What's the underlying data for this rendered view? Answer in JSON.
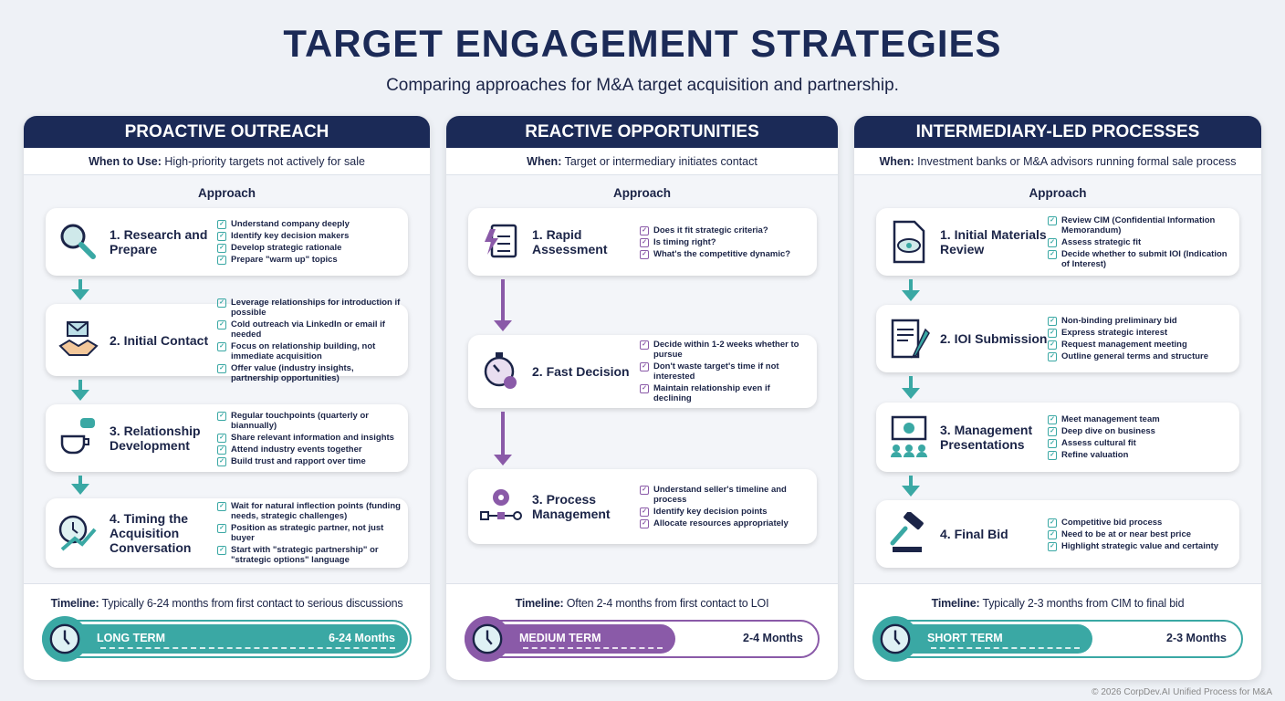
{
  "header": {
    "title": "TARGET ENGAGEMENT STRATEGIES",
    "subtitle": "Comparing approaches for M&A target acquisition and partnership."
  },
  "colors": {
    "navy": "#1b2a57",
    "teal": "#3aa8a4",
    "purple": "#8a5aa8"
  },
  "columns": [
    {
      "title": "PROACTIVE OUTREACH",
      "when_label": "When to Use:",
      "when_text": " High-priority targets not actively for sale",
      "approach": "Approach",
      "steps": [
        {
          "title": "1. Research and Prepare",
          "icon": "magnifier-icon",
          "items": [
            "Understand company deeply",
            "Identify key decision makers",
            "Develop strategic rationale",
            "Prepare \"warm up\" topics"
          ]
        },
        {
          "title": "2. Initial Contact",
          "icon": "handshake-envelope-icon",
          "items": [
            "Leverage relationships for introduction if possible",
            "Cold outreach via LinkedIn or email if needed",
            "Focus on relationship building, not immediate acquisition",
            "Offer value (industry insights, partnership opportunities)"
          ]
        },
        {
          "title": "3. Relationship Development",
          "icon": "coffee-chat-icon",
          "items": [
            "Regular touchpoints (quarterly or biannually)",
            "Share relevant information and insights",
            "Attend industry events together",
            "Build trust and rapport over time"
          ]
        },
        {
          "title": "4. Timing the Acquisition Conversation",
          "icon": "clock-growth-icon",
          "items": [
            "Wait for natural inflection points (funding needs, strategic challenges)",
            "Position as strategic partner, not just buyer",
            "Start with \"strategic partnership\" or \"strategic options\" language"
          ]
        }
      ],
      "timeline_label": "Timeline:",
      "timeline_text": " Typically 6-24 months from first contact to serious discussions",
      "term": "LONG TERM",
      "duration": "6-24 Months",
      "fill_pct": 100
    },
    {
      "title": "REACTIVE OPPORTUNITIES",
      "when_label": "When:",
      "when_text": " Target or intermediary initiates contact",
      "approach": "Approach",
      "steps": [
        {
          "title": "1. Rapid Assessment",
          "icon": "clipboard-lightning-icon",
          "items": [
            "Does it fit strategic criteria?",
            "Is timing right?",
            "What's the competitive dynamic?"
          ]
        },
        {
          "title": "2. Fast Decision",
          "icon": "stopwatch-icon",
          "items": [
            "Decide within 1-2 weeks whether to pursue",
            "Don't waste target's time if not interested",
            "Maintain relationship even if declining"
          ]
        },
        {
          "title": "3. Process Management",
          "icon": "gear-flow-icon",
          "items": [
            "Understand seller's timeline and process",
            "Identify key decision points",
            "Allocate resources appropriately"
          ]
        }
      ],
      "timeline_label": "Timeline:",
      "timeline_text": " Often 2-4 months from first contact to LOI",
      "term": "MEDIUM TERM",
      "duration": "2-4 Months",
      "fill_pct": 60
    },
    {
      "title": "INTERMEDIARY-LED PROCESSES",
      "when_label": "When:",
      "when_text": " Investment banks or M&A advisors running formal sale process",
      "approach": "Approach",
      "steps": [
        {
          "title": "1. Initial Materials Review",
          "icon": "document-eye-icon",
          "items": [
            "Review CIM (Confidential Information Memorandum)",
            "Assess strategic fit",
            "Decide whether to submit IOI (Indication of Interest)"
          ]
        },
        {
          "title": "2. IOI Submission",
          "icon": "document-pen-icon",
          "items": [
            "Non-binding preliminary bid",
            "Express strategic interest",
            "Request management meeting",
            "Outline general terms and structure"
          ]
        },
        {
          "title": "3. Management Presentations",
          "icon": "presentation-icon",
          "items": [
            "Meet management team",
            "Deep dive on business",
            "Assess cultural fit",
            "Refine valuation"
          ]
        },
        {
          "title": "4. Final Bid",
          "icon": "gavel-icon",
          "items": [
            "Competitive bid process",
            "Need to be at or near best price",
            "Highlight strategic value and certainty"
          ]
        }
      ],
      "timeline_label": "Timeline:",
      "timeline_text": " Typically 2-3 months from CIM to final bid",
      "term": "SHORT TERM",
      "duration": "2-3 Months",
      "fill_pct": 60
    }
  ],
  "footer": "© 2026 CorpDev.AI Unified Process for M&A"
}
